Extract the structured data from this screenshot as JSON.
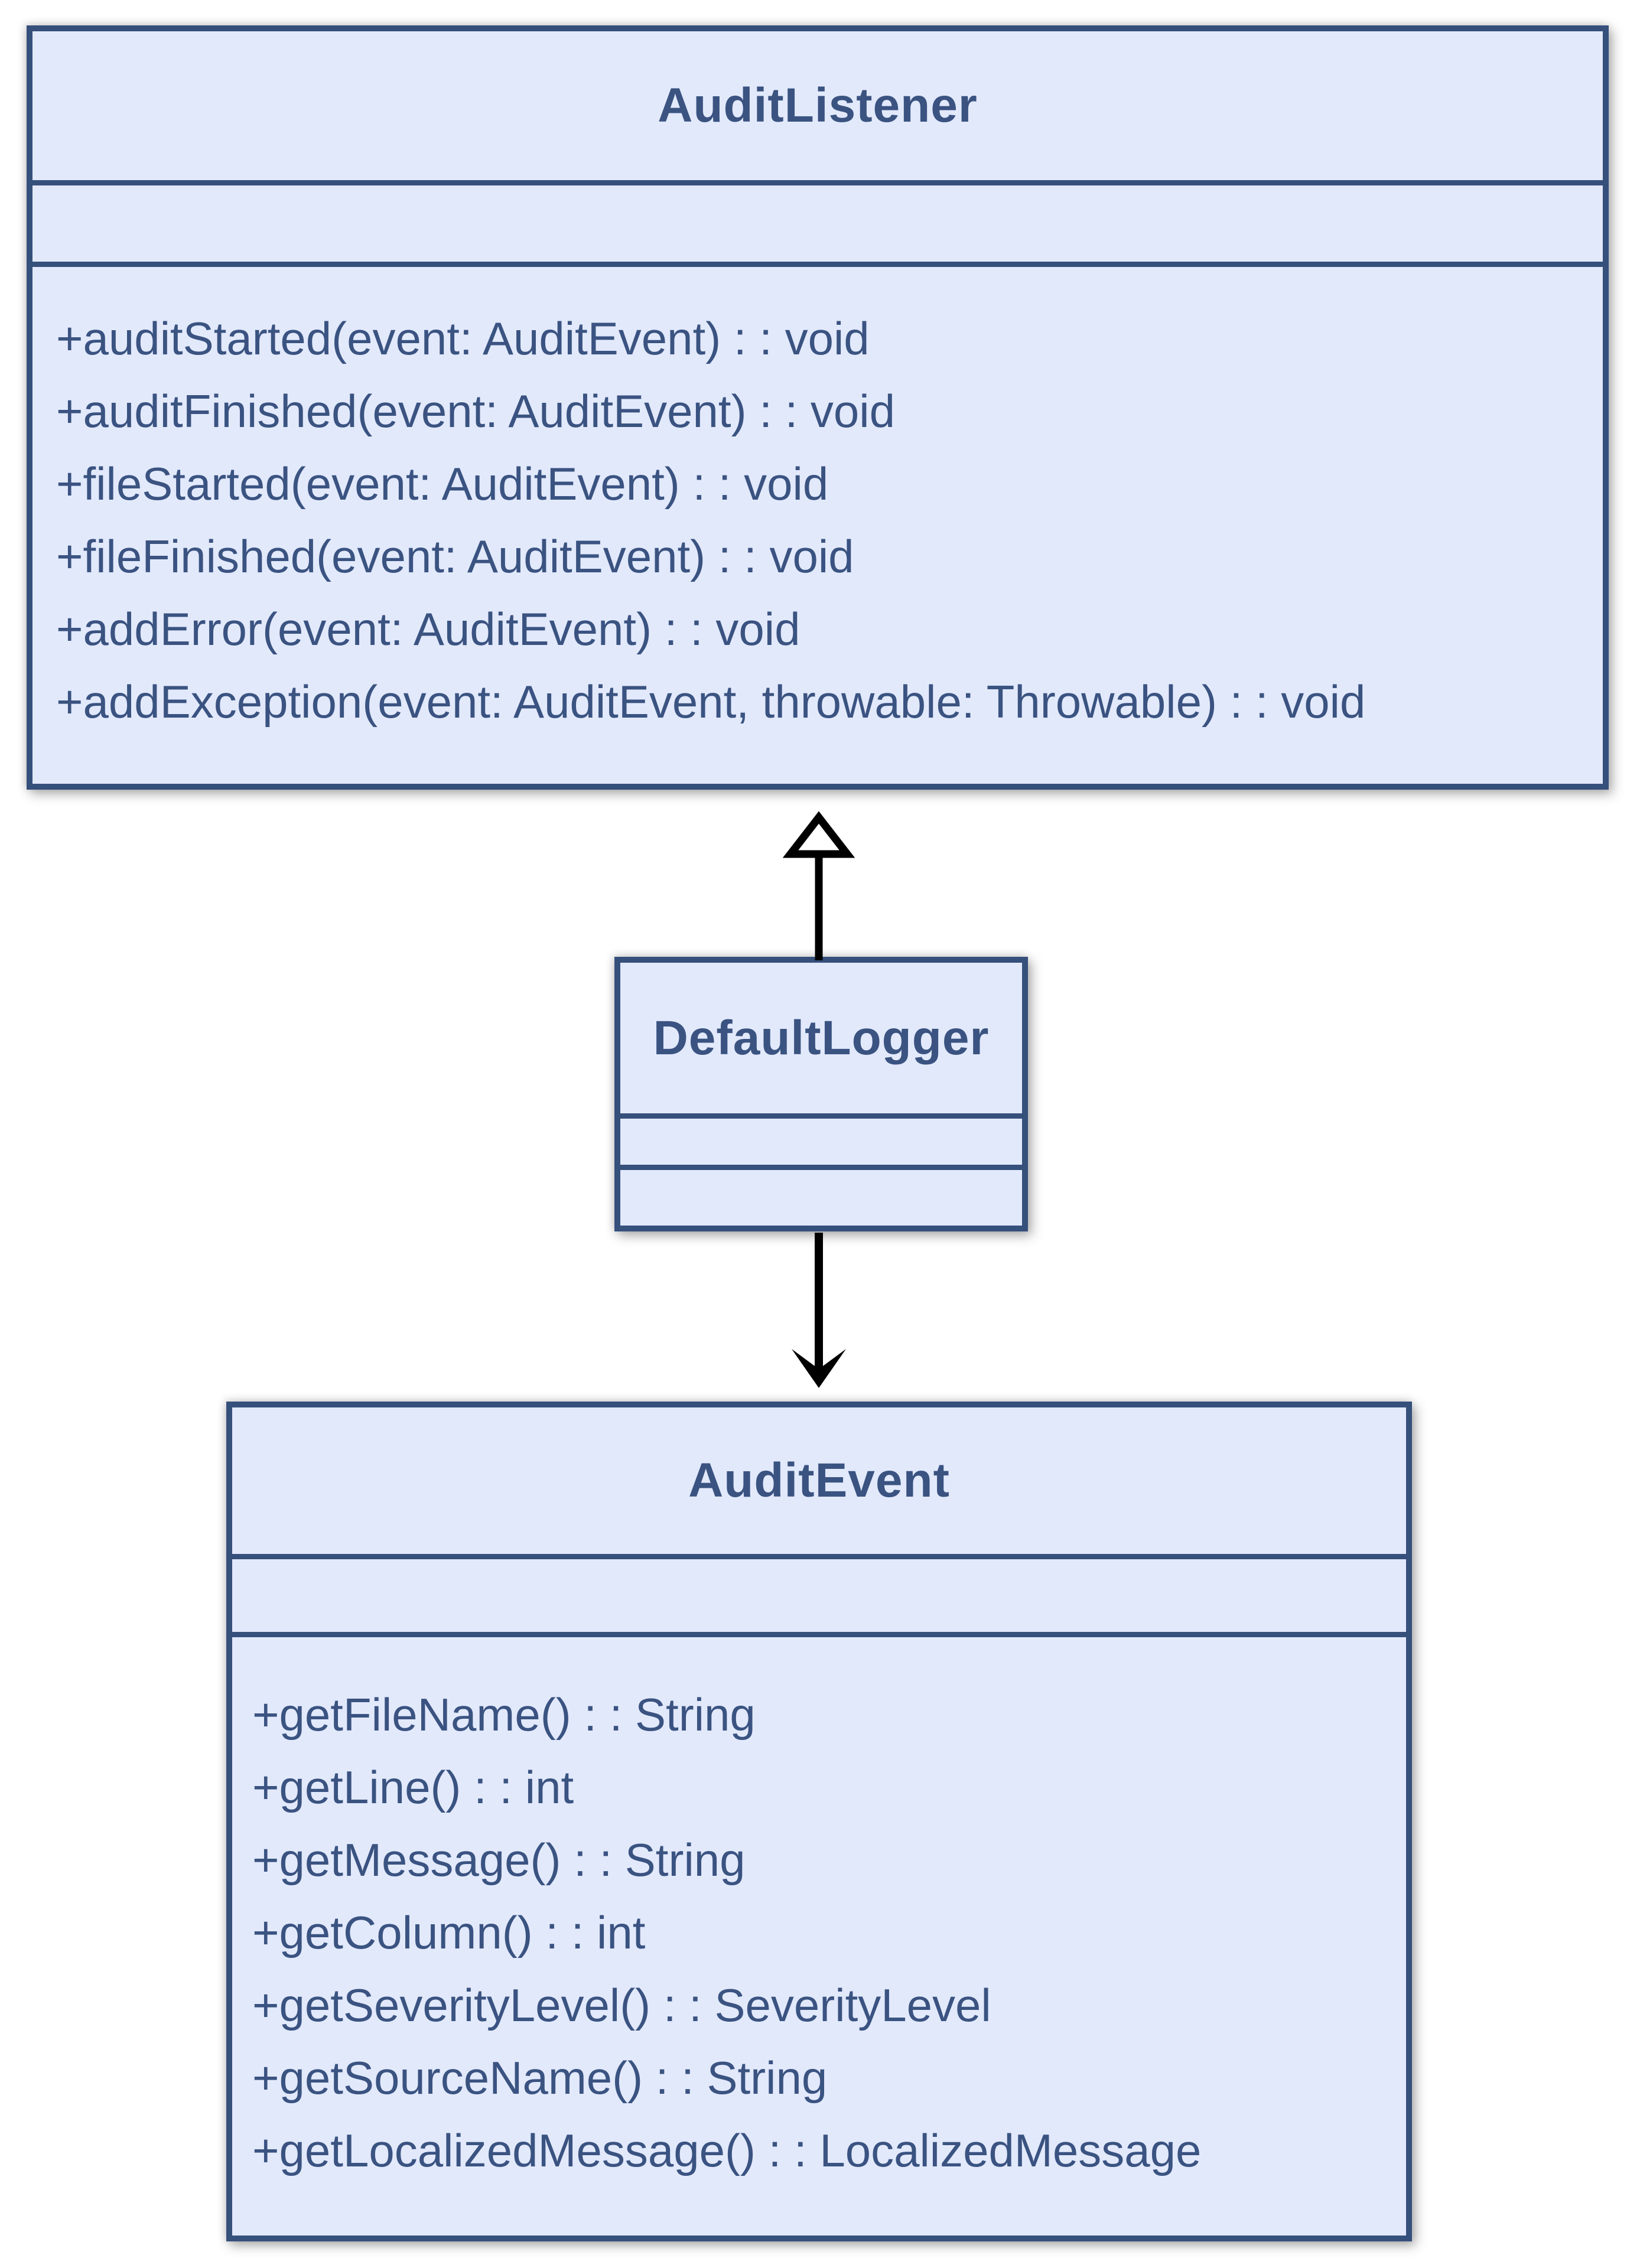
{
  "diagram": {
    "colors": {
      "background": "#ffffff",
      "box_fill": "#e2e9fb",
      "box_border": "#36507c",
      "text": "#3a5381",
      "connector": "#000000"
    },
    "classes": [
      {
        "name": "AuditListener",
        "attributes": [],
        "methods": [
          "+auditStarted(event: AuditEvent) : : void",
          "+auditFinished(event: AuditEvent) : : void",
          "+fileStarted(event: AuditEvent) : : void",
          "+fileFinished(event: AuditEvent) : : void",
          "+addError(event: AuditEvent) : : void",
          "+addException(event: AuditEvent, throwable: Throwable) : : void"
        ]
      },
      {
        "name": "DefaultLogger",
        "attributes": [],
        "methods": []
      },
      {
        "name": "AuditEvent",
        "attributes": [],
        "methods": [
          "+getFileName() : : String",
          "+getLine() : : int",
          "+getMessage() : : String",
          "+getColumn() : : int",
          "+getSeverityLevel() : : SeverityLevel",
          "+getSourceName() : : String",
          "+getLocalizedMessage() : : LocalizedMessage"
        ]
      }
    ],
    "relationships": [
      {
        "from": "DefaultLogger",
        "to": "AuditListener",
        "kind": "realization",
        "arrowhead": "hollow-triangle"
      },
      {
        "from": "DefaultLogger",
        "to": "AuditEvent",
        "kind": "directed-association",
        "arrowhead": "open-vee"
      }
    ]
  }
}
